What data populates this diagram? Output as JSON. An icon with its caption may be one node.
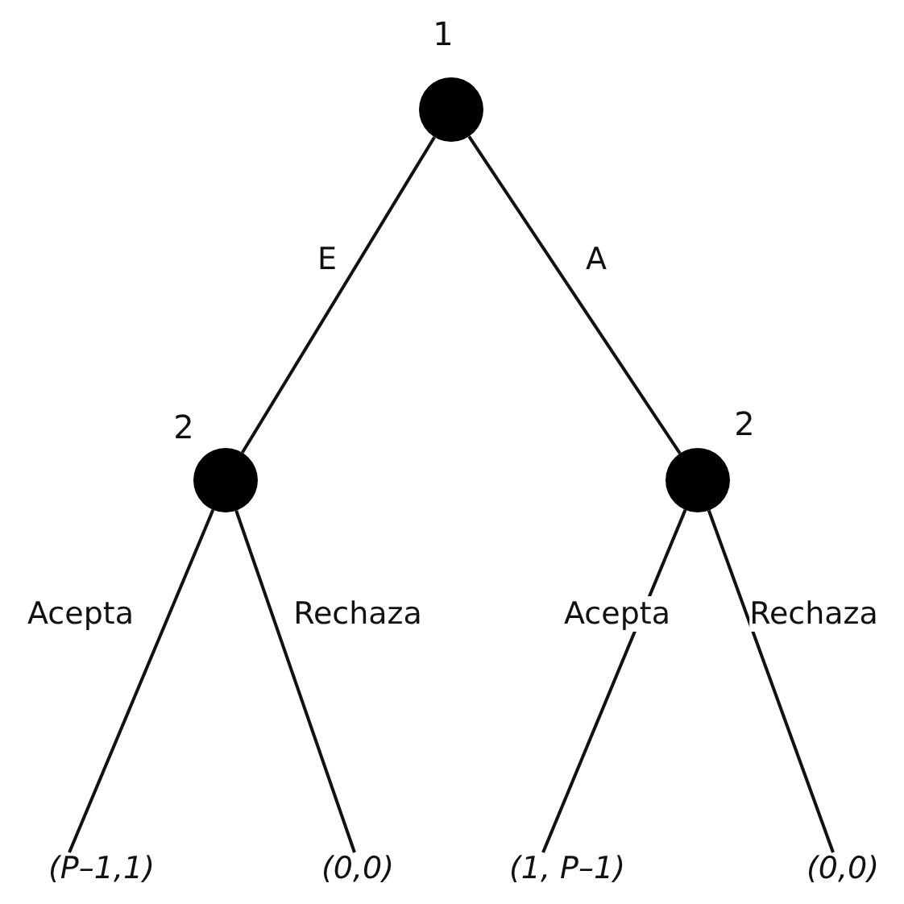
{
  "diagram": {
    "nodes": [
      {
        "text": [],
        "shape": "circle",
        "beside": [
          "1"
        ]
      },
      {
        "text": [],
        "shape": "circle",
        "beside": [
          "2"
        ]
      },
      {
        "text": [],
        "shape": "circle",
        "beside": [
          "2"
        ]
      },
      {
        "text": [
          "(P–1,1)"
        ]
      },
      {
        "text": [
          "(0,0)"
        ]
      },
      {
        "text": [
          "(1, P–1)"
        ]
      },
      {
        "text": [
          "(0,0)"
        ]
      }
    ],
    "edges": [
      {
        "from": 0,
        "to": 1,
        "arrow": "none",
        "label": "E"
      },
      {
        "from": 0,
        "to": 2,
        "arrow": "none",
        "label": "A"
      },
      {
        "from": 1,
        "to": 3,
        "arrow": "none",
        "label": "Acepta"
      },
      {
        "from": 1,
        "to": 4,
        "arrow": "none",
        "label": "Rechaza"
      },
      {
        "from": 2,
        "to": 5,
        "arrow": "none",
        "label": "Acepta"
      },
      {
        "from": 2,
        "to": 6,
        "arrow": "none",
        "label": "Rechaza"
      }
    ]
  }
}
